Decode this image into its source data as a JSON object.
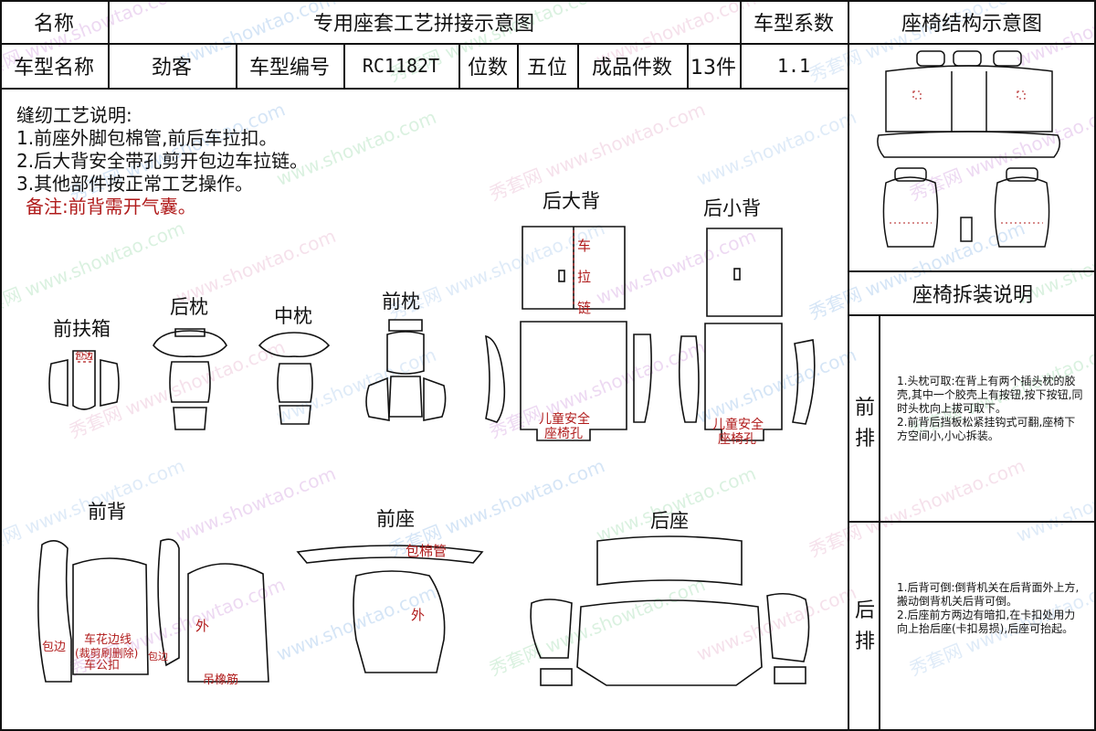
{
  "header": {
    "label_name": "名称",
    "title": "专用座套工艺拼接示意图",
    "label_coef": "车型系数",
    "label_struct": "座椅结构示意图"
  },
  "info": {
    "label_model_name": "车型名称",
    "model_name": "劲客",
    "label_model_code": "车型编号",
    "model_code": "RC1182T",
    "label_seats": "位数",
    "seats": "五位",
    "label_pieces": "成品件数",
    "pieces": "13件",
    "coef": "1.1"
  },
  "notes": {
    "heading": "缝纫工艺说明:",
    "items": [
      "1.前座外脚包棉管,前后车拉扣。",
      "2.后大背安全带孔剪开包边车拉链。",
      "3.其他部件按正常工艺操作。"
    ],
    "remark": "备注:前背需开气囊。"
  },
  "parts": {
    "armrest": "前扶箱",
    "rear_pillow": "后枕",
    "mid_pillow": "中枕",
    "front_pillow": "前枕",
    "rear_big_back": "后大背",
    "rear_small_back": "后小背",
    "front_back": "前背",
    "front_seat": "前座",
    "rear_seat": "后座"
  },
  "annotations": {
    "zipper_1": "车",
    "zipper_2": "拉",
    "zipper_3": "链",
    "child_hole_1": "儿童安全",
    "child_hole_2": "座椅孔",
    "child_hole_3": "儿童安全",
    "child_hole_4": "座椅孔",
    "armrest_tag": "包边",
    "wrap_edge_left": "包边",
    "wrap_edge_right": "包边",
    "sew_edge": "车花边线",
    "trim_remove": "(裁剪刷删除)",
    "buckle": "车公扣",
    "outer_1": "外",
    "outer_2": "外",
    "elastic": "吊橡筋",
    "foam_tube": "包棉管"
  },
  "right_panel": {
    "disassembly_title": "座椅拆装说明",
    "front_row": "前排",
    "front_text": "1.头枕可取:在背上有两个插头枕的胶壳,其中一个胶壳上有按钮,按下按钮,同时头枕向上拔可取下。\n2.前背后挡板松紧挂钩式可翻,座椅下方空间小,小心拆装。",
    "rear_row": "后排",
    "rear_text": "1.后背可倒:倒背机关在后背面外上方,搬动倒背机关后背可倒。\n2.后座前方两边有暗扣,在卡扣处用力向上抬后座(卡扣易损),后座可抬起。"
  },
  "watermark": {
    "brand_cn": "秀套网",
    "site": "www.showtao.com"
  },
  "colors": {
    "line": "#111111",
    "annotation_red": "#b01b1b"
  }
}
